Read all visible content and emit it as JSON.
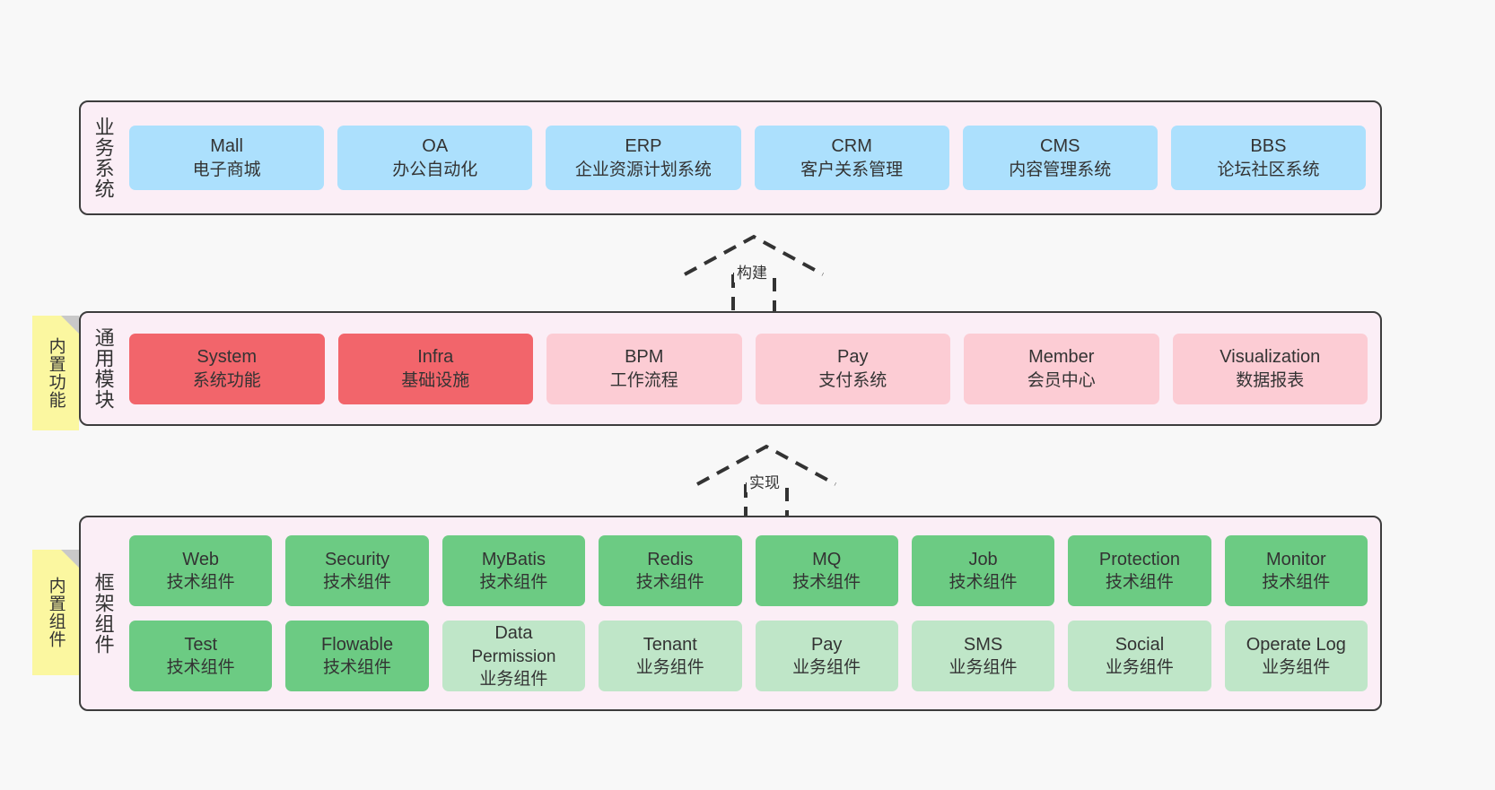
{
  "diagram": {
    "title_layers": {
      "business": "业务系统",
      "common": "通用模块",
      "framework": "框架组件"
    },
    "sticky_notes": {
      "common": "内置功能",
      "framework": "内置组件"
    },
    "relations": [
      {
        "name": "build",
        "label": "构建"
      },
      {
        "name": "implement",
        "label": "实现"
      }
    ]
  },
  "business_systems": [
    {
      "name": "Mall",
      "desc": "电子商城",
      "color": "#ace0fd"
    },
    {
      "name": "OA",
      "desc": "办公自动化",
      "color": "#ace0fd"
    },
    {
      "name": "ERP",
      "desc": "企业资源计划系统",
      "color": "#ace0fd"
    },
    {
      "name": "CRM",
      "desc": "客户关系管理",
      "color": "#ace0fd"
    },
    {
      "name": "CMS",
      "desc": "内容管理系统",
      "color": "#ace0fd"
    },
    {
      "name": "BBS",
      "desc": "论坛社区系统",
      "color": "#ace0fd"
    }
  ],
  "common_modules": [
    {
      "name": "System",
      "desc": "系统功能",
      "color": "#f2656b"
    },
    {
      "name": "Infra",
      "desc": "基础设施",
      "color": "#f2656b"
    },
    {
      "name": "BPM",
      "desc": "工作流程",
      "color": "#fcccd4"
    },
    {
      "name": "Pay",
      "desc": "支付系统",
      "color": "#fcccd4"
    },
    {
      "name": "Member",
      "desc": "会员中心",
      "color": "#fcccd4"
    },
    {
      "name": "Visualization",
      "desc": "数据报表",
      "color": "#fcccd4"
    }
  ],
  "framework_components_row1": [
    {
      "name": "Web",
      "desc": "技术组件",
      "color": "#6ccb83"
    },
    {
      "name": "Security",
      "desc": "技术组件",
      "color": "#6ccb83"
    },
    {
      "name": "MyBatis",
      "desc": "技术组件",
      "color": "#6ccb83"
    },
    {
      "name": "Redis",
      "desc": "技术组件",
      "color": "#6ccb83"
    },
    {
      "name": "MQ",
      "desc": "技术组件",
      "color": "#6ccb83"
    },
    {
      "name": "Job",
      "desc": "技术组件",
      "color": "#6ccb83"
    },
    {
      "name": "Protection",
      "desc": "技术组件",
      "color": "#6ccb83"
    },
    {
      "name": "Monitor",
      "desc": "技术组件",
      "color": "#6ccb83"
    }
  ],
  "framework_components_row2": [
    {
      "name": "Test",
      "name2": "",
      "desc": "技术组件",
      "color": "#6ccb83"
    },
    {
      "name": "Flowable",
      "name2": "",
      "desc": "技术组件",
      "color": "#6ccb83"
    },
    {
      "name": "Data",
      "name2": "Permission",
      "desc": "业务组件",
      "color": "#bfe6c8"
    },
    {
      "name": "Tenant",
      "name2": "",
      "desc": "业务组件",
      "color": "#bfe6c8"
    },
    {
      "name": "Pay",
      "name2": "",
      "desc": "业务组件",
      "color": "#bfe6c8"
    },
    {
      "name": "SMS",
      "name2": "",
      "desc": "业务组件",
      "color": "#bfe6c8"
    },
    {
      "name": "Social",
      "name2": "",
      "desc": "业务组件",
      "color": "#bfe6c8"
    },
    {
      "name": "Operate Log",
      "name2": "",
      "desc": "业务组件",
      "color": "#bfe6c8"
    }
  ],
  "palette": {
    "background": "#f8f8f8",
    "layer_fill": "#fbeef6",
    "layer_border": "#3d3d3d",
    "sticky_fill": "#fbf7a0",
    "sticky_fold": "#c9c9c9",
    "blue": "#ace0fd",
    "red_strong": "#f2656b",
    "red_light": "#fcccd4",
    "green_strong": "#6ccb83",
    "green_light": "#bfe6c8",
    "text": "#333333"
  }
}
